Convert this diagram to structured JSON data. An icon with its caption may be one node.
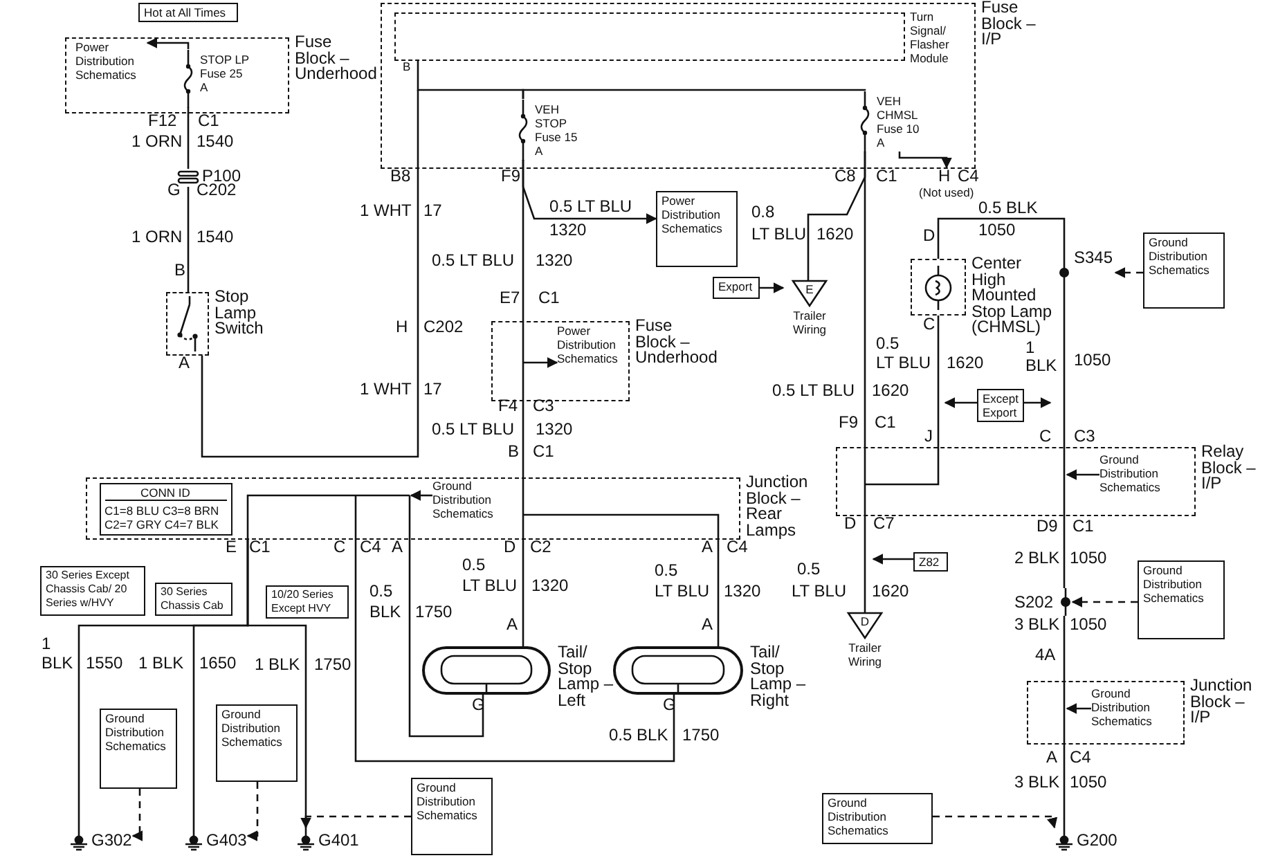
{
  "diagram": {
    "nodes": [
      {
        "text": [
          "Hot at All Times"
        ]
      },
      {
        "text": [
          "Fuse Block – Underhood"
        ]
      },
      {
        "text": [
          "Power Distribution Schematics"
        ],
        "in": 1
      },
      {
        "text": [
          "STOP LP Fuse 25 A"
        ],
        "in": 1
      },
      {
        "text": [
          "Fuse Block – I/P"
        ]
      },
      {
        "text": [
          "Turn Signal/ Flasher Module"
        ],
        "in": 4
      },
      {
        "text": [
          "VEH STOP Fuse 15 A"
        ],
        "in": 4
      },
      {
        "text": [
          "VEH CHMSL Fuse 10 A"
        ],
        "in": 4
      },
      {
        "text": [
          "Power Distribution Schematics"
        ]
      },
      {
        "text": [
          "Export"
        ]
      },
      {
        "text": [
          "E"
        ],
        "beside": [
          "Trailer Wiring"
        ]
      },
      {
        "text": [
          "Center High Mounted Stop Lamp (CHMSL)"
        ]
      },
      {
        "text": [
          "Ground Distribution Schematics"
        ]
      },
      {
        "text": [
          "Except Export"
        ]
      },
      {
        "text": [
          "Stop Lamp Switch"
        ]
      },
      {
        "text": [
          "Fuse Block – Underhood"
        ]
      },
      {
        "text": [
          "Power Distribution Schematics"
        ],
        "in": 15
      },
      {
        "text": [
          "Relay Block – I/P"
        ]
      },
      {
        "text": [
          "Ground Distribution Schematics"
        ],
        "in": 17
      },
      {
        "text": [
          "Junction Block – Rear Lamps"
        ]
      },
      {
        "text": [
          "CONN ID",
          "C1=8 BLU C3=8 BRN C2=7 GRY C4=7 BLK"
        ],
        "in": 19
      },
      {
        "text": [
          "Ground Distribution Schematics"
        ],
        "in": 19
      },
      {
        "text": [
          "30 Series Except Chassis Cab/ 20 Series w/HVY"
        ]
      },
      {
        "text": [
          "30 Series Chassis Cab"
        ]
      },
      {
        "text": [
          "10/20 Series Except HVY"
        ]
      },
      {
        "text": [
          "Tail/ Stop Lamp – Left"
        ]
      },
      {
        "text": [
          "Tail/ Stop Lamp – Right"
        ]
      },
      {
        "text": [
          "Z82"
        ]
      },
      {
        "text": [
          "D"
        ],
        "beside": [
          "Trailer Wiring"
        ]
      },
      {
        "text": [
          "Ground Distribution Schematics"
        ]
      },
      {
        "text": [
          "Junction Block – I/P"
        ]
      },
      {
        "text": [
          "Ground Distribution Schematics"
        ],
        "in": 30
      },
      {
        "text": [
          "Ground Distribution Schematics"
        ]
      },
      {
        "text": [
          "Ground Distribution Schematics"
        ]
      },
      {
        "text": [
          "Ground Distribution Schematics"
        ]
      },
      {
        "text": [
          "Ground Distribution Schematics"
        ]
      },
      {
        "text": [
          "G302"
        ]
      },
      {
        "text": [
          "G403"
        ]
      },
      {
        "text": [
          "G401"
        ]
      },
      {
        "text": [
          "G200"
        ]
      },
      {
        "text": [
          "S345"
        ]
      },
      {
        "text": [
          "S202"
        ]
      },
      {
        "text": [
          "P100"
        ]
      },
      {
        "text": [
          "H"
        ]
      }
    ],
    "edges": [
      {
        "from": 3,
        "to": 2,
        "arrow": "to"
      },
      {
        "from": 3,
        "to": 42,
        "arrow": "none"
      },
      {
        "from": 42,
        "to": 14,
        "arrow": "none"
      },
      {
        "from": 14,
        "to": 4,
        "arrow": "none"
      },
      {
        "from": 5,
        "to": 6,
        "arrow": "none"
      },
      {
        "from": 6,
        "to": 7,
        "arrow": "none"
      },
      {
        "from": 6,
        "to": 8,
        "arrow": "to"
      },
      {
        "from": 6,
        "to": 15,
        "arrow": "none"
      },
      {
        "from": null,
        "to": 16,
        "arrow": "to"
      },
      {
        "from": 15,
        "to": 19,
        "arrow": "none"
      },
      {
        "from": 19,
        "to": 25,
        "arrow": "none"
      },
      {
        "from": 19,
        "to": 26,
        "arrow": "none"
      },
      {
        "from": 25,
        "to": 19,
        "arrow": "none"
      },
      {
        "from": 26,
        "to": 19,
        "arrow": "none"
      },
      {
        "from": 21,
        "to": null,
        "arrow": "to"
      },
      {
        "from": 19,
        "to": 36,
        "arrow": "none"
      },
      {
        "from": 19,
        "to": 37,
        "arrow": "none"
      },
      {
        "from": 19,
        "to": 38,
        "arrow": "none"
      },
      {
        "from": 32,
        "to": 36,
        "arrow": "to",
        "style": "dashed"
      },
      {
        "from": 33,
        "to": 37,
        "arrow": "to",
        "style": "dashed"
      },
      {
        "from": 34,
        "to": 38,
        "arrow": "to",
        "style": "dashed"
      },
      {
        "from": 7,
        "to": 10,
        "arrow": "none"
      },
      {
        "from": 9,
        "to": 10,
        "arrow": "to"
      },
      {
        "from": 7,
        "to": 43,
        "arrow": "to"
      },
      {
        "from": 7,
        "to": 17,
        "arrow": "none"
      },
      {
        "from": 17,
        "to": 11,
        "arrow": "none"
      },
      {
        "from": 11,
        "to": 40,
        "arrow": "none"
      },
      {
        "from": 12,
        "to": 40,
        "arrow": "to",
        "style": "dashed"
      },
      {
        "from": 40,
        "to": 17,
        "arrow": "none"
      },
      {
        "from": 13,
        "to": null,
        "arrow": "to"
      },
      {
        "from": 13,
        "to": null,
        "arrow": "to"
      },
      {
        "from": 18,
        "to": null,
        "arrow": "to"
      },
      {
        "from": 17,
        "to": 28,
        "arrow": "none"
      },
      {
        "from": 27,
        "to": null,
        "arrow": "to"
      },
      {
        "from": 17,
        "to": 41,
        "arrow": "none"
      },
      {
        "from": 29,
        "to": 41,
        "arrow": "to",
        "style": "dashed"
      },
      {
        "from": 41,
        "to": 30,
        "arrow": "none"
      },
      {
        "from": 31,
        "to": null,
        "arrow": "to"
      },
      {
        "from": 30,
        "to": 39,
        "arrow": "none"
      },
      {
        "from": 35,
        "to": 39,
        "arrow": "to",
        "style": "dashed"
      }
    ],
    "labels": [
      "F12",
      "C1",
      "1 ORN",
      "1540",
      "G",
      "C202",
      "1 ORN",
      "1540",
      "B",
      "A",
      "B",
      "B8",
      "1 WHT",
      "17",
      "H",
      "C202",
      "1 WHT",
      "17",
      "F9",
      "0.5 LT BLU",
      "1320",
      "0.5 LT BLU",
      "1320",
      "E7",
      "C1",
      "F4",
      "C3",
      "0.5 LT BLU",
      "1320",
      "B",
      "C1",
      "0.8",
      "LT BLU",
      "1620",
      "C8",
      "C1",
      "C4",
      "(Not used)",
      "0.5 BLK",
      "1050",
      "D",
      "C",
      "0.5",
      "LT BLU",
      "1620",
      "1",
      "BLK",
      "1050",
      "0.5 LT BLU",
      "1620",
      "F9",
      "C1",
      "J",
      "C",
      "C3",
      "D",
      "C7",
      "0.5",
      "LT BLU",
      "1620",
      "D9",
      "C1",
      "2 BLK",
      "1050",
      "3 BLK",
      "1050",
      "4A",
      "A",
      "C4",
      "3 BLK",
      "1050",
      "E",
      "C1",
      "C",
      "C4",
      "A",
      "D",
      "C2",
      "A",
      "C4",
      "0.5",
      "BLK",
      "1750",
      "0.5",
      "LT BLU",
      "1320",
      "0.5",
      "LT BLU",
      "1320",
      "A",
      "A",
      "G",
      "G",
      "0.5 BLK",
      "1750",
      "1",
      "BLK",
      "1550",
      "1 BLK",
      "1650",
      "1 BLK",
      "1750"
    ]
  }
}
